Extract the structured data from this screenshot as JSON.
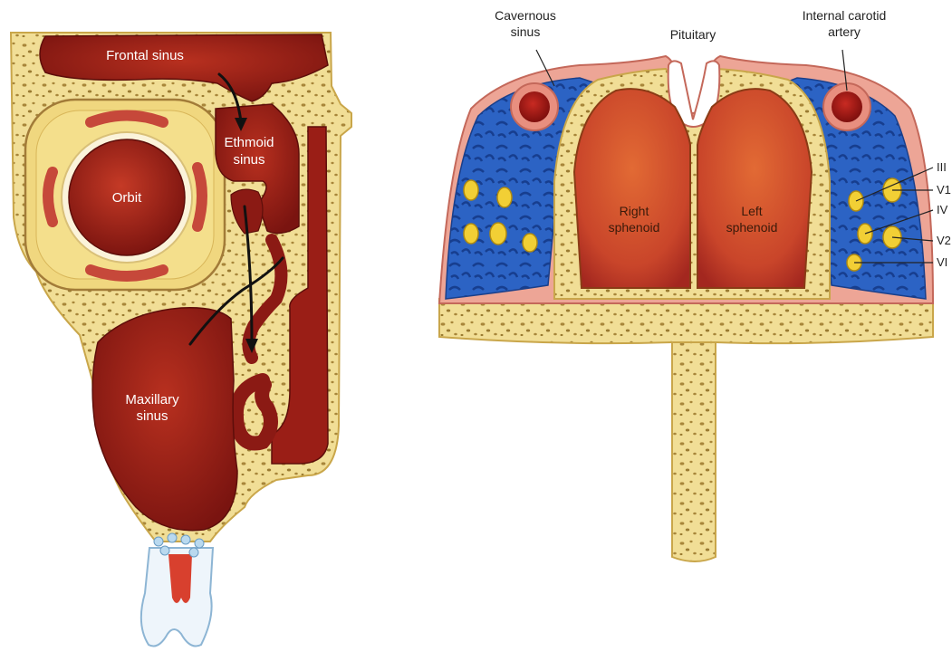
{
  "left_figure": {
    "labels": {
      "frontal_sinus": "Frontal sinus",
      "ethmoid_line1": "Ethmoid",
      "ethmoid_line2": "sinus",
      "orbit": "Orbit",
      "maxillary_line1": "Maxillary",
      "maxillary_line2": "sinus"
    }
  },
  "right_figure": {
    "labels": {
      "cavernous_line1": "Cavernous",
      "cavernous_line2": "sinus",
      "pituitary": "Pituitary",
      "carotid_line1": "Internal carotid",
      "carotid_line2": "artery",
      "right_sphenoid_line1": "Right",
      "right_sphenoid_line2": "sphenoid",
      "left_sphenoid_line1": "Left",
      "left_sphenoid_line2": "sphenoid"
    },
    "nerves": [
      "III",
      "V1",
      "IV",
      "V2",
      "VI"
    ]
  },
  "colors": {
    "bone": "#f1de96",
    "bone_dark": "#c9a64a",
    "sinus": "#8b1a14",
    "sinus_light": "#b63a26",
    "venous_blue": "#2c63c4",
    "mucosa_pink": "#e69a8a",
    "nerve_yellow": "#f2cf35",
    "sphenoid_orange": "#d2532b"
  }
}
